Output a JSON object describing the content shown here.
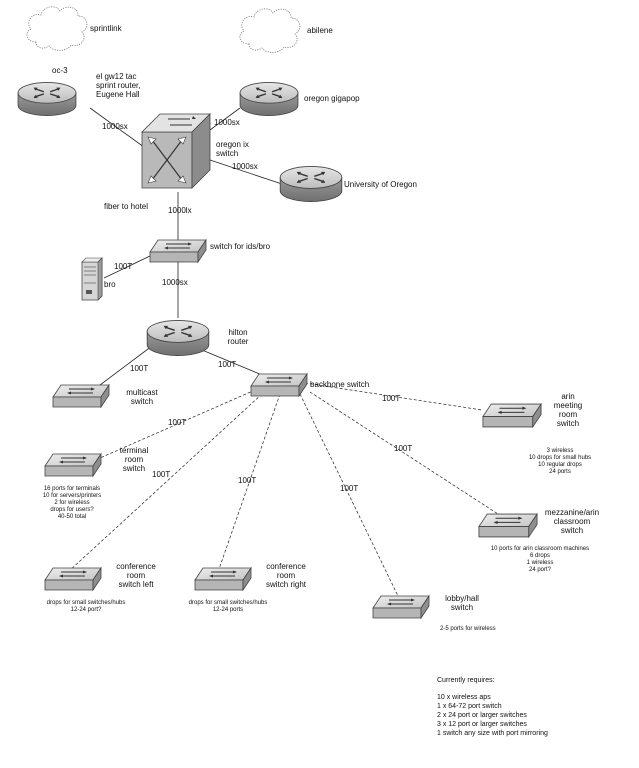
{
  "nodes": {
    "sprintlink": "sprintlink",
    "abilene": "abilene",
    "oc3": "oc-3",
    "sprint_router": "el gw12 tac\nsprint router,\nEugene Hall",
    "oregon_gigapop": "oregon gigapop",
    "oregon_ix": "oregon ix\nswitch",
    "univ_oregon": "University of Oregon",
    "fiber_to_hotel": "fiber to hotel",
    "switch_ids_bro": "switch for ids/bro",
    "bro": "bro",
    "hilton_router": "hilton\nrouter",
    "multicast_switch": "multicast\nswitch",
    "backbone_switch": "backbone switch",
    "arin_meeting_switch": "arin\nmeeting\nroom\nswitch",
    "terminal_room_switch": "terminal\nroom\nswitch",
    "mezzanine_switch": "mezzanine/arin\nclassroom\nswitch",
    "conference_left": "conference\nroom\nswitch left",
    "conference_right": "conference\nroom\nswitch right",
    "lobby_switch": "lobby/hall\nswitch"
  },
  "links": {
    "l_1000sx_a": "1000sx",
    "l_1000sx_b": "1000sx",
    "l_1000sx_c": "1000sx",
    "l_1000lx": "1000lx",
    "l_100t_bro": "100T",
    "l_1000sx_d": "1000sx",
    "l_100t_multicast": "100T",
    "l_100t_backbone": "100T",
    "l_100t_arin": "100T",
    "l_100t_terminal": "100T",
    "l_100t_conf_left": "100T",
    "l_100t_conf_right": "100T",
    "l_100t_lobby": "100T",
    "l_100t_mezz": "100T"
  },
  "notes": {
    "arin_meeting": "3 wireless\n10 drops for small hubs\n10 regular drops\n24 ports",
    "terminal": "16 ports for terminals\n10 for servers/printers\n2 for wireless\ndrops for users?\n40-50 total",
    "mezzanine": "10 ports for arin classroom machines\n6 drops\n1 wireless\n24 port?",
    "conf_left": "drops for small switches/hubs\n12-24 port?",
    "conf_right": "drops for small switches/hubs\n12-24 ports",
    "lobby": "2-5 ports for wireless"
  },
  "requirements": {
    "title": "Currently requires:",
    "items": [
      "10 x wireless aps",
      "1 x 64-72 port switch",
      "2 x 24 port or larger switches",
      "3 x 12 port or larger switches",
      "1 switch any size with port mirroring"
    ]
  }
}
